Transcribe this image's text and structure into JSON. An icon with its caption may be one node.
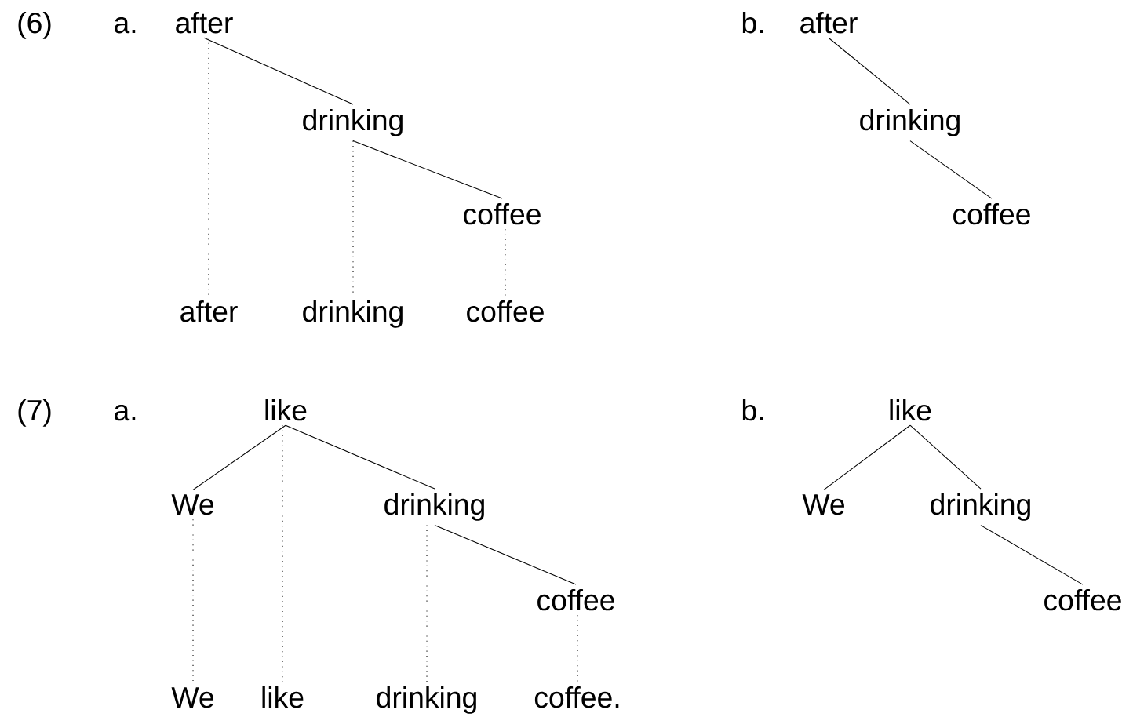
{
  "diagram": {
    "nodes": [
      {
        "text": [
          "after"
        ]
      },
      {
        "text": [
          "drinking"
        ]
      },
      {
        "text": [
          "coffee"
        ]
      },
      {
        "text": [
          "after"
        ]
      },
      {
        "text": [
          "drinking"
        ]
      },
      {
        "text": [
          "coffee"
        ]
      },
      {
        "text": [
          "after"
        ]
      },
      {
        "text": [
          "drinking"
        ]
      },
      {
        "text": [
          "coffee"
        ]
      },
      {
        "text": [
          "like"
        ]
      },
      {
        "text": [
          "We"
        ]
      },
      {
        "text": [
          "drinking"
        ]
      },
      {
        "text": [
          "coffee"
        ]
      },
      {
        "text": [
          "We"
        ]
      },
      {
        "text": [
          "like"
        ]
      },
      {
        "text": [
          "drinking"
        ]
      },
      {
        "text": [
          "coffee."
        ]
      },
      {
        "text": [
          "like"
        ]
      },
      {
        "text": [
          "We"
        ]
      },
      {
        "text": [
          "drinking"
        ]
      },
      {
        "text": [
          "coffee"
        ]
      }
    ],
    "edges": [
      {
        "from": 0,
        "to": 1,
        "arrow": "none"
      },
      {
        "from": 1,
        "to": 2,
        "arrow": "none"
      },
      {
        "from": 0,
        "to": 3,
        "arrow": "none",
        "style": "dashed"
      },
      {
        "from": 1,
        "to": 4,
        "arrow": "none",
        "style": "dashed"
      },
      {
        "from": 2,
        "to": 5,
        "arrow": "none",
        "style": "dashed"
      },
      {
        "from": 6,
        "to": 7,
        "arrow": "none"
      },
      {
        "from": 7,
        "to": 8,
        "arrow": "none"
      },
      {
        "from": 9,
        "to": 10,
        "arrow": "none"
      },
      {
        "from": 9,
        "to": 11,
        "arrow": "none"
      },
      {
        "from": 11,
        "to": 12,
        "arrow": "none"
      },
      {
        "from": 10,
        "to": 13,
        "arrow": "none",
        "style": "dashed"
      },
      {
        "from": 9,
        "to": 14,
        "arrow": "none",
        "style": "dashed"
      },
      {
        "from": 11,
        "to": 15,
        "arrow": "none",
        "style": "dashed"
      },
      {
        "from": 12,
        "to": 16,
        "arrow": "none",
        "style": "dashed"
      },
      {
        "from": 17,
        "to": 18,
        "arrow": "none"
      },
      {
        "from": 17,
        "to": 19,
        "arrow": "none"
      },
      {
        "from": 19,
        "to": 20,
        "arrow": "none"
      }
    ],
    "labels": [
      "(6)",
      "a.",
      "b.",
      "(7)",
      "a.",
      "b."
    ]
  }
}
